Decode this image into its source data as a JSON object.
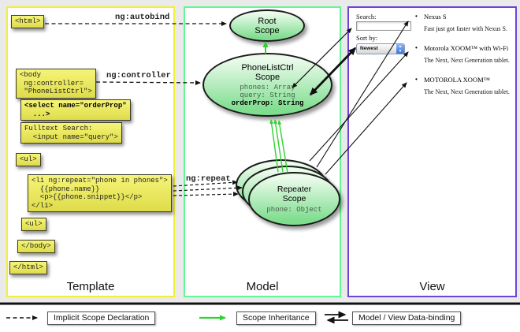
{
  "columns": {
    "template": "Template",
    "model": "Model",
    "view": "View"
  },
  "annotations": {
    "autobind": "ng:autobind",
    "controller": "ng:controller",
    "repeat": "ng:repeat"
  },
  "code": {
    "html_open": "<html>",
    "body_open": [
      "<body",
      " ng:controller=",
      " \"PhoneListCtrl\">"
    ],
    "select": [
      "<select name=\"orderProp\"",
      "  ...>"
    ],
    "fulltext": [
      "Fulltext Search:",
      "  <input name=\"query\">"
    ],
    "ul_open": "<ul>",
    "li": [
      "<li ng:repeat=\"phone in phones\">",
      "  {{phone.name}}",
      "  <p>{{phone.snippet}}</p>",
      "</li>"
    ],
    "ul_close": "<ul>",
    "body_close": "</body>",
    "html_close": "</html>"
  },
  "scopes": {
    "root": {
      "title_line1": "Root",
      "title_line2": "Scope"
    },
    "phonelist": {
      "title_line1": "PhoneListCtrl",
      "title_line2": "Scope",
      "prop_phones": "phones: Array",
      "prop_query": "query: String",
      "prop_orderprop": "orderProp: String"
    },
    "repeater": {
      "title_line1": "Repeater",
      "title_line2": "Scope",
      "prop_phone": "phone: Object"
    }
  },
  "view": {
    "search_label": "Search:",
    "search_value": "",
    "sort_label": "Sort by:",
    "sort_value": "Newest",
    "items": [
      {
        "title": "Nexus S",
        "desc": "Fast just got faster with Nexus S."
      },
      {
        "title": "Motorola XOOM™ with Wi-Fi",
        "desc": "The Next, Next Generation tablet."
      },
      {
        "title": "MOTOROLA XOOM™",
        "desc": "The Next, Next Generation tablet."
      }
    ]
  },
  "icons": {
    "bullet": "•",
    "stepper_up": "▴",
    "stepper_down": "▾"
  },
  "legend": {
    "implicit": "Implicit Scope Declaration",
    "inheritance": "Scope Inheritance",
    "databinding": "Model / View Data-binding"
  },
  "colors": {
    "template_border": "#f2ee3c",
    "model_border": "#63f795",
    "view_border": "#6b44d8",
    "scope_fill_green": "#7edd8e",
    "code_box_yellow": "#eeec5e",
    "inheritance_arrow_green": "#2ed32e",
    "arrow_black": "#111111"
  }
}
